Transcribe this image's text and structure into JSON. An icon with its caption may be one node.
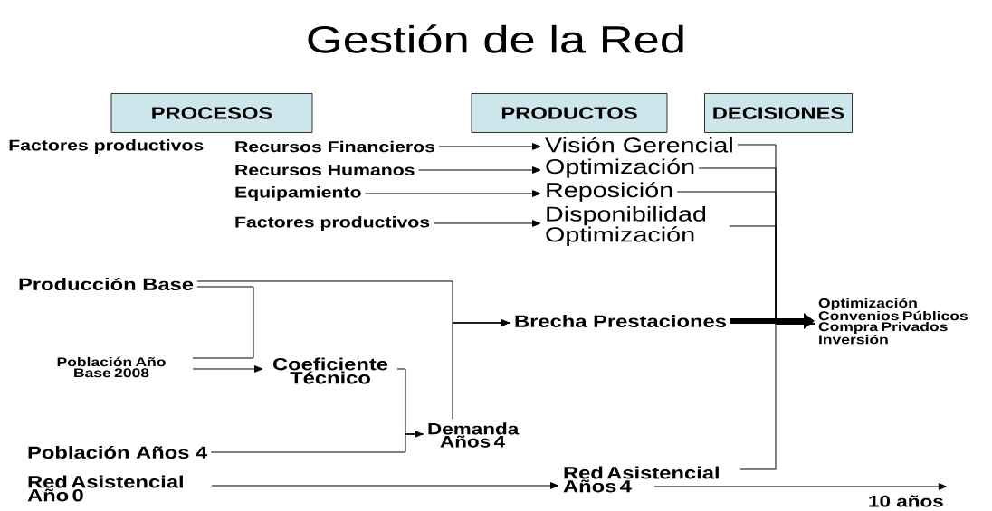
{
  "diagram": {
    "title": "Gestión de la Red",
    "nodes": [
      {
        "text": [
          "PROCESOS"
        ]
      },
      {
        "text": [
          "PRODUCTOS"
        ]
      },
      {
        "text": [
          "DECISIONES"
        ]
      },
      {
        "text": [
          "Recursos Financieros"
        ]
      },
      {
        "text": [
          "Recursos Humanos"
        ]
      },
      {
        "text": [
          "Equipamiento"
        ]
      },
      {
        "text": [
          "Factores productivos"
        ]
      },
      {
        "text": [
          "Visión Gerencial"
        ]
      },
      {
        "text": [
          "Optimización"
        ]
      },
      {
        "text": [
          "Reposición"
        ]
      },
      {
        "text": [
          "Disponibilidad Optimización"
        ]
      },
      {
        "text": [
          "Producción Base"
        ]
      },
      {
        "text": [
          "Población Año Base 2008"
        ]
      },
      {
        "text": [
          "Coeficiente Técnico"
        ]
      },
      {
        "text": [
          "Brecha Prestaciones"
        ]
      },
      {
        "text": [
          "Población Años 4"
        ]
      },
      {
        "text": [
          "Demanda Años 4"
        ]
      },
      {
        "text": [
          "Red Asistencial Año 0"
        ]
      },
      {
        "text": [
          "Red Asistencial Años 4"
        ]
      },
      {
        "text": [
          "Optimización Convenios Públicos Compra Privados Inversión"
        ]
      },
      {
        "text": [
          "10 años"
        ]
      }
    ],
    "edges": [
      {
        "from": 3,
        "to": 7,
        "arrow": "to"
      },
      {
        "from": 4,
        "to": 8,
        "arrow": "to"
      },
      {
        "from": 5,
        "to": 9,
        "arrow": "to"
      },
      {
        "from": 6,
        "to": 10,
        "arrow": "to"
      },
      {
        "from": 7,
        "to": 19,
        "arrow": "to"
      },
      {
        "from": 8,
        "to": 19,
        "arrow": "to"
      },
      {
        "from": 9,
        "to": 19,
        "arrow": "to"
      },
      {
        "from": 10,
        "to": 19,
        "arrow": "to"
      },
      {
        "from": 18,
        "to": 19,
        "arrow": "to"
      },
      {
        "from": 14,
        "to": 19,
        "arrow": "to",
        "style": "thick"
      },
      {
        "from": 11,
        "to": 14,
        "arrow": "to"
      },
      {
        "from": 16,
        "to": 14,
        "arrow": "to"
      },
      {
        "from": 11,
        "to": 12,
        "arrow": "none"
      },
      {
        "from": 12,
        "to": 13,
        "arrow": "to"
      },
      {
        "from": 13,
        "to": 16,
        "arrow": "to"
      },
      {
        "from": 15,
        "to": 16,
        "arrow": "to"
      },
      {
        "from": 17,
        "to": 18,
        "arrow": "to"
      },
      {
        "from": 18,
        "to": 20,
        "arrow": "to"
      }
    ],
    "labels": [
      "Factores productivos"
    ]
  }
}
